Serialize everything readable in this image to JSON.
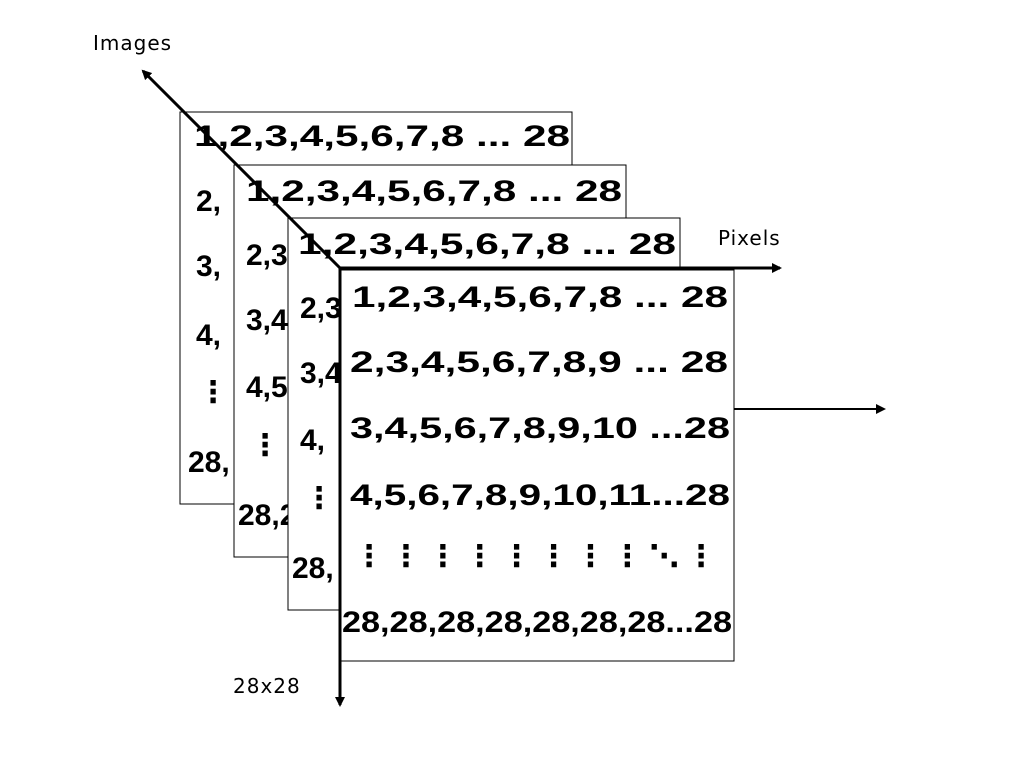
{
  "axes": {
    "images_label": "Images",
    "pixels_label": "Pixels",
    "size_label": "28x28"
  },
  "layers": [
    {
      "top_row": "1,2,3,4,5,6,7,8 ... 28",
      "visible_rows": [
        "2,",
        "3,",
        "4,",
        "⋮",
        "28,"
      ]
    },
    {
      "top_row": "1,2,3,4,5,6,7,8 ... 28",
      "visible_rows": [
        "2,3",
        "3,4",
        "4,5",
        "⋮",
        "28,2"
      ]
    },
    {
      "top_row": "1,2,3,4,5,6,7,8 ... 28",
      "visible_rows": [
        "2,3",
        "3,4",
        "4,",
        "⋮",
        "28,"
      ]
    }
  ],
  "front_matrix": {
    "rows": [
      "1,2,3,4,5,6,7,8 ... 28",
      "2,3,4,5,6,7,8,9 ... 28",
      "3,4,5,6,7,8,9,10 ...28",
      "4,5,6,7,8,9,10,11...28",
      "⋮ ⋮ ⋮ ⋮ ⋮ ⋮ ⋮ ⋮ ⋱ ⋮",
      "28,28,28,28,28,28,28...28"
    ]
  }
}
